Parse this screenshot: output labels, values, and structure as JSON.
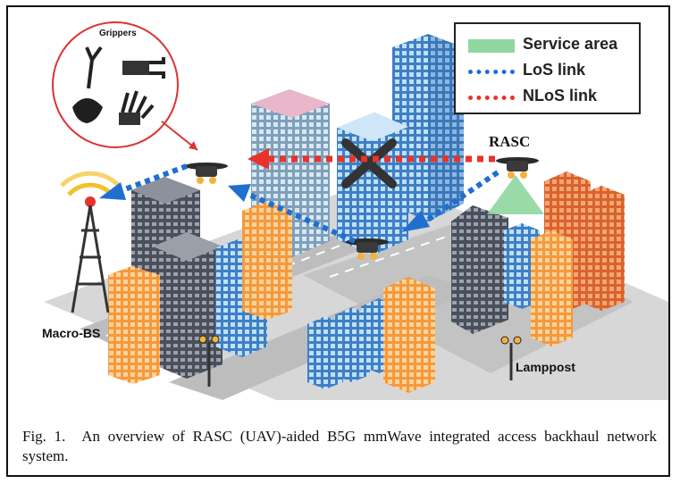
{
  "figure": {
    "grippers_label": "Grippers",
    "rasc_label": "RASC",
    "macro_bs_label": "Macro-BS",
    "lamppost_label": "Lamppost",
    "legend": {
      "items": [
        {
          "label": "Service area",
          "color": "#8fd6a0"
        },
        {
          "label": "LoS link",
          "color": "#1f6fd1"
        },
        {
          "label": "NLoS link",
          "color": "#e8332a"
        }
      ]
    },
    "colors": {
      "road": "#c9c9c9",
      "los": "#1f6fd1",
      "nlos": "#e8332a",
      "orange_building": "#f6a24c",
      "blue_building": "#7fb6e6",
      "grey_building": "#5e6470",
      "service_area": "#8fd6a0"
    }
  },
  "caption": {
    "label": "Fig. 1.",
    "text": "An overview of RASC (UAV)-aided B5G mmWave integrated access backhaul network system."
  }
}
